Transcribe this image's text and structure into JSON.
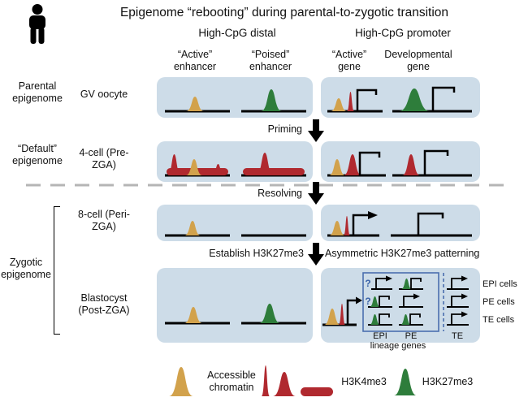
{
  "title": "Epigenome “rebooting” during parental-to-zygotic transition",
  "columns": {
    "distal": "High-CpG distal",
    "promoter": "High-CpG promoter"
  },
  "subheaders": {
    "active_enhancer": "“Active” enhancer",
    "poised_enhancer": "“Poised” enhancer",
    "active_gene": "“Active” gene",
    "developmental_gene": "Developmental gene"
  },
  "row_groups": {
    "parental": "Parental epigenome",
    "default": "“Default” epigenome",
    "zygotic": "Zygotic epigenome"
  },
  "stages": {
    "gv_oocyte": "GV oocyte",
    "four_cell": "4-cell (Pre-ZGA)",
    "eight_cell": "8-cell (Peri-ZGA)",
    "blastocyst": "Blastocyst (Post-ZGA)"
  },
  "transitions": {
    "priming": "Priming",
    "resolving": "Resolving",
    "establish": "Establish H3K27me3",
    "asymmetric": "Asymmetric H3K27me3 patterning"
  },
  "lineage_box": {
    "question_mark": "?",
    "cells": [
      "EPI cells",
      "PE cells",
      "TE cells"
    ],
    "columns": [
      "EPI",
      "PE",
      "TE"
    ],
    "caption": "lineage genes"
  },
  "legend": {
    "accessible_chromatin": "Accessible chromatin",
    "h3k4me3": "H3K4me3",
    "h3k27me3": "H3K27me3"
  },
  "colors": {
    "accessible_tan": "#D2A24C",
    "h3k4me3_red": "#B0292F",
    "h3k27me3_green": "#2E7D3B",
    "panel_blue": "#CDDCE8",
    "annotation_blue": "#4A6FAE"
  }
}
